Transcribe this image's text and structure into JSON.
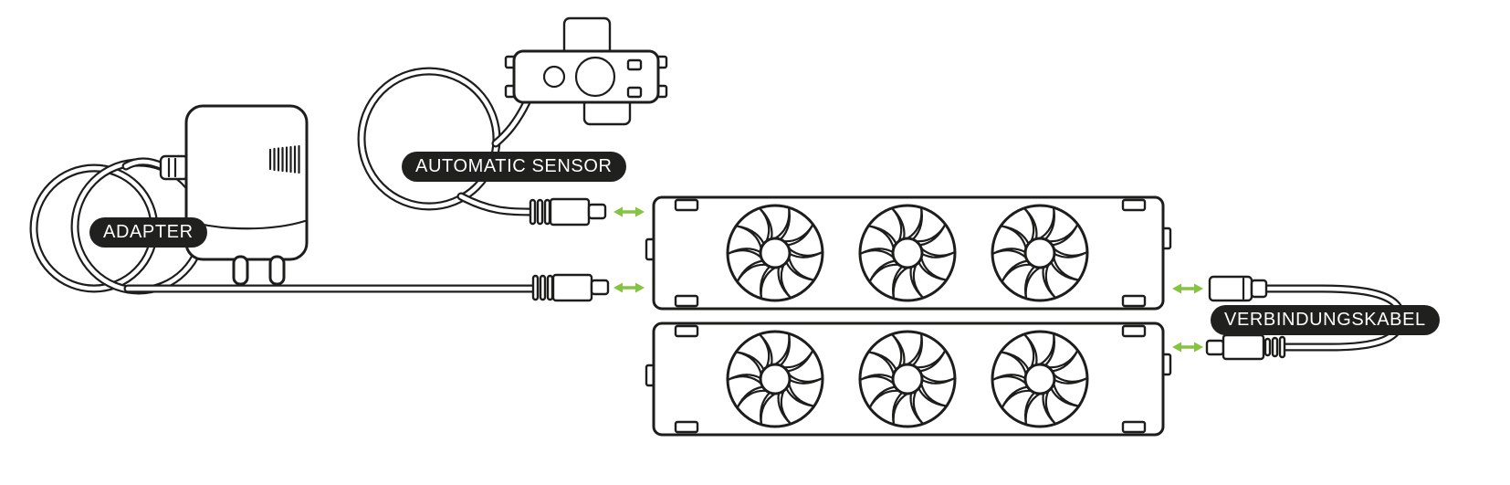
{
  "diagram": {
    "labels": {
      "adapter": "ADAPTER",
      "sensor": "AUTOMATIC SENSOR",
      "connection_cable": "VERBINDUNGSKABEL"
    },
    "colors": {
      "line": "#1d1d1b",
      "accent_green": "#85c441",
      "label_bg": "#20201e",
      "label_text": "#ffffff",
      "background": "#ffffff"
    },
    "components": [
      "power-adapter-eu-plug",
      "automatic-sensor",
      "fan-unit-top",
      "fan-unit-bottom",
      "connection-cable"
    ],
    "fan_units": [
      {
        "name": "fan-unit-top",
        "fans": 3
      },
      {
        "name": "fan-unit-bottom",
        "fans": 3
      }
    ],
    "connections": [
      {
        "from": "automatic-sensor-plug",
        "to": "fan-unit-top"
      },
      {
        "from": "adapter-plug",
        "to": "fan-unit-top"
      },
      {
        "from": "fan-unit-top",
        "to": "connection-cable-jack"
      },
      {
        "from": "fan-unit-bottom",
        "to": "connection-cable-plug"
      }
    ]
  }
}
